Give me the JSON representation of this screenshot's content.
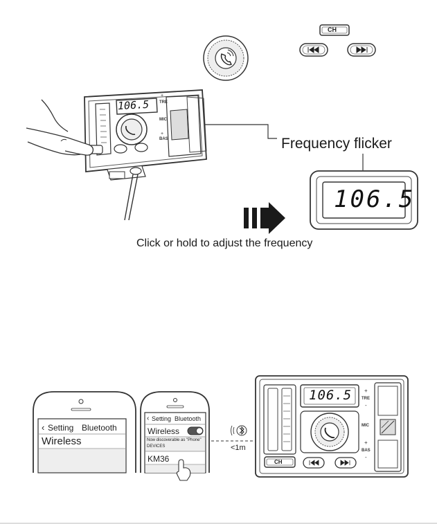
{
  "top": {
    "ch_label": "CH",
    "freq_display": "106.5",
    "dial_labels": {
      "tre": "TRE",
      "mic": "MIC",
      "bas": "BAS",
      "plus": "+",
      "minus": "-"
    },
    "flicker_label": "Frequency flicker",
    "zoom_display": "106.5",
    "caption": "Click or hold to adjust the frequency"
  },
  "bottom": {
    "phone1": {
      "back": "Setting",
      "title": "Bluetooth",
      "item": "Wireless"
    },
    "phone2": {
      "back": "Setting",
      "title": "Bluetooth",
      "item": "Wireless",
      "note": "Now discoverable as \"Phone\"",
      "devices": "DEVICES",
      "device": "KM36"
    },
    "distance": "<1m",
    "device": {
      "display": "106.5",
      "ch_label": "CH",
      "tre": "TRE",
      "mic": "MIC",
      "bas": "BAS",
      "plus": "+",
      "minus": "-"
    }
  }
}
